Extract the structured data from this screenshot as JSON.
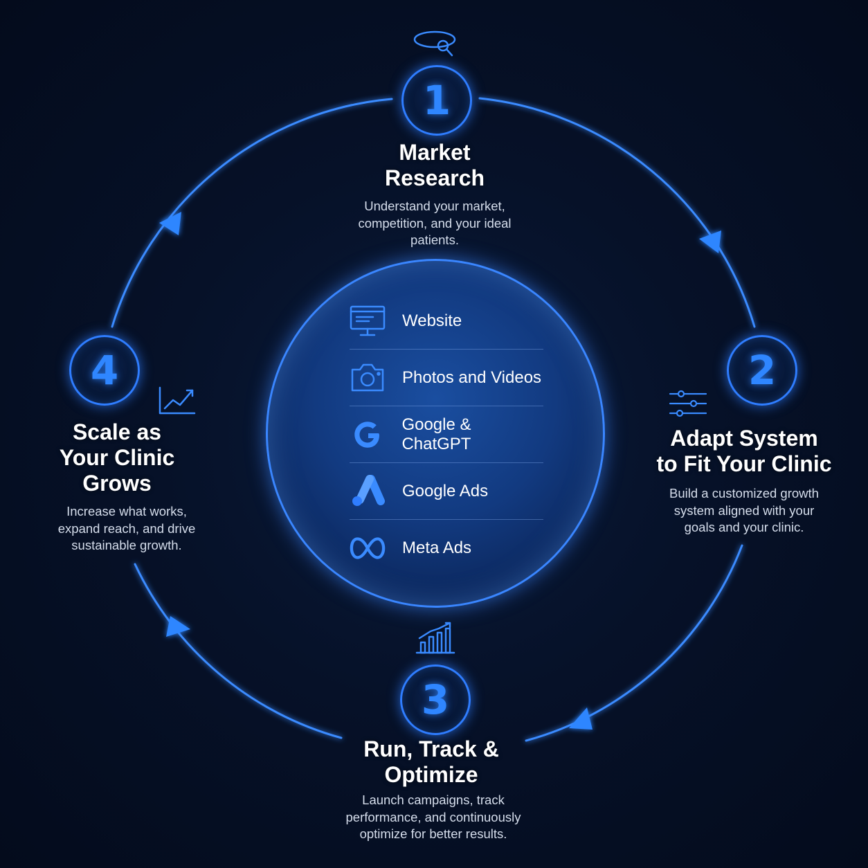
{
  "steps": [
    {
      "number": "1",
      "title": "Market\nResearch",
      "description": "Understand your market,\ncompetition, and your ideal\npatients.",
      "icon": "search-icon"
    },
    {
      "number": "2",
      "title": "Adapt System\nto Fit Your Clinic",
      "description": "Build a customized growth\nsystem aligned with your\ngoals and your clinic.",
      "icon": "sliders-icon"
    },
    {
      "number": "3",
      "title": "Run, Track &\nOptimize",
      "description": "Launch campaigns, track\nperformance, and continuously\noptimize for better results.",
      "icon": "bar-chart-icon"
    },
    {
      "number": "4",
      "title": "Scale as\nYour Clinic\nGrows",
      "description": "Increase what works,\nexpand reach, and drive\nsustainable growth.",
      "icon": "trend-up-icon"
    }
  ],
  "hub": {
    "items": [
      {
        "label": "Website",
        "icon": "monitor-icon"
      },
      {
        "label": "Photos and Videos",
        "icon": "camera-icon"
      },
      {
        "label": "Google & ChatGPT",
        "icon": "google-icon"
      },
      {
        "label": "Google Ads",
        "icon": "google-ads-icon"
      },
      {
        "label": "Meta Ads",
        "icon": "meta-icon"
      }
    ]
  },
  "colors": {
    "background": "#061128",
    "accent": "#2f86ff",
    "ring": "#3a86ff",
    "text": "#ffffff",
    "muted_text": "#d6deec"
  }
}
